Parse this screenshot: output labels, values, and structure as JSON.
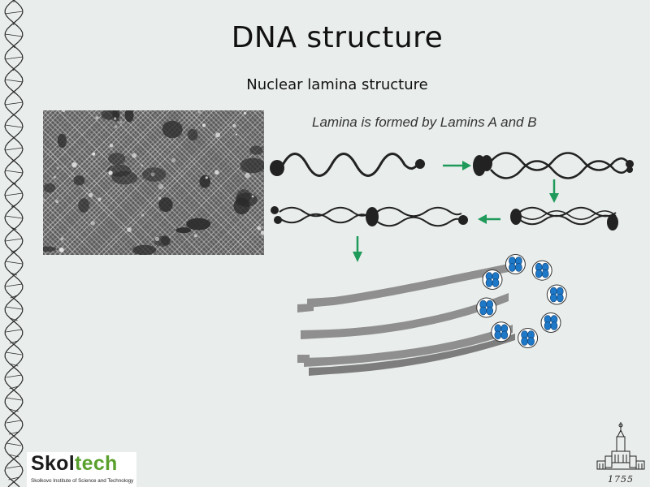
{
  "slide": {
    "title": "DNA structure",
    "subtitle": "Nuclear lamina structure"
  },
  "diagram": {
    "caption": "Lamina is formed by Lamins A and B",
    "colors": {
      "background": "#e9edec",
      "chain": "#222222",
      "arrow": "#1f9a5a",
      "filament": "#8f8f8f",
      "subunit": "#1e78c8"
    }
  },
  "logo": {
    "word_part1": "Skol",
    "word_part2": "tech",
    "tagline": "Skolkovo Institute of Science and Technology",
    "accent_color": "#5aa02c"
  },
  "emblem": {
    "year": "1755"
  }
}
